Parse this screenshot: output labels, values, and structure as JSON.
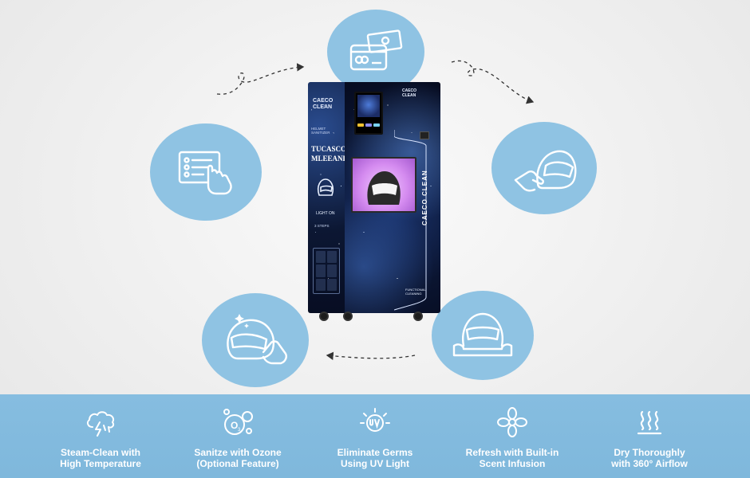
{
  "colors": {
    "circle": "#8fc3e3",
    "band": "#7fb8dc",
    "icon_stroke": "#ffffff",
    "machine_body": "#0a1430",
    "chamber_glow": "#d58cf0",
    "arrow": "#333333"
  },
  "steps": [
    {
      "icon": "payment-card-icon"
    },
    {
      "icon": "touch-select-icon"
    },
    {
      "icon": "insert-helmet-icon"
    },
    {
      "icon": "collect-helmet-icon"
    },
    {
      "icon": "cleaning-helmet-icon"
    }
  ],
  "machine": {
    "side_logo": "CAECO\nCLEAN",
    "side_sub": "HELMET SANITIZER",
    "side_title": "TUCASCO\nMLEEANL",
    "side_note": "LIGHT ON",
    "side_steps": "3 STEPS",
    "brand_top": "CAECO\nCLEAN",
    "vertical_brand": "CAECO CLEAN",
    "foot_note": "FUNCTIONAL\nCLEANING"
  },
  "features": [
    {
      "icon": "steam-cloud-icon",
      "label": "Steam-Clean with\nHigh Temperature"
    },
    {
      "icon": "ozone-icon",
      "label": "Sanitze with Ozone\n(Optional Feature)"
    },
    {
      "icon": "uv-light-icon",
      "label": "Eliminate Germs\nUsing UV Light"
    },
    {
      "icon": "scent-flower-icon",
      "label": "Refresh with Built-in\nScent Infusion"
    },
    {
      "icon": "airflow-heat-icon",
      "label": "Dry Thoroughly\nwith 360° Airflow"
    }
  ]
}
